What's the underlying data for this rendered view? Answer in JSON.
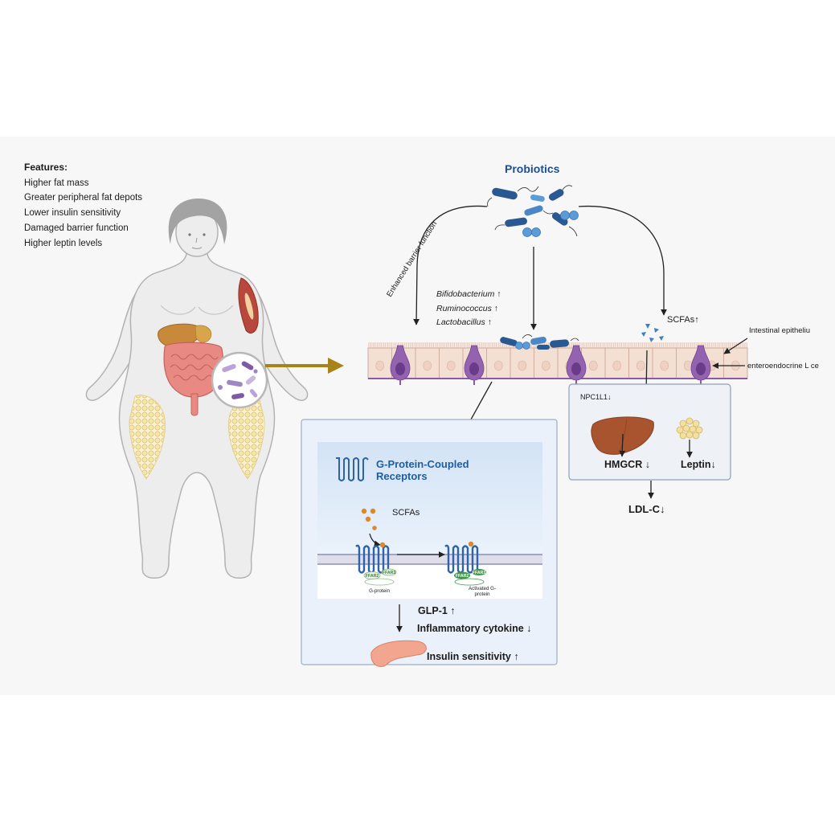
{
  "features": {
    "heading": "Features:",
    "items": [
      "Higher fat mass",
      "Greater peripheral fat depots",
      "Lower insulin sensitivity",
      "Damaged barrier function",
      "Higher leptin levels"
    ]
  },
  "probiotics": {
    "title": "Probiotics",
    "barrier_label": "Enhanced barrier function",
    "genera": [
      "Bifidobacterium ↑",
      "Ruminococcus ↑",
      "Lactobacillus ↑"
    ],
    "scfa_label": "SCFAs↑"
  },
  "epithelium": {
    "label": "Intestinal epitheliu",
    "l_cell_label": "enteroendocrine L ce"
  },
  "lipid_panel": {
    "npc1l1": "NPC1L1↓",
    "hmgcr": "HMGCR ↓",
    "leptin": "Leptin↓",
    "ldl": "LDL-C↓"
  },
  "gpcr_panel": {
    "title_line1": "G-Protein-Coupled",
    "title_line2": "Receptors",
    "scfa_label": "SCFAs",
    "receptor_labels": [
      "FFAR2",
      "FFAR3"
    ],
    "g_protein": "G-protein",
    "activated_line1": "Activated G-",
    "activated_line2": "protein",
    "outcomes": [
      "GLP-1 ↑",
      "Inflammatory cytokine ↓",
      "Insulin sensitivity ↑"
    ]
  },
  "colors": {
    "probiotics_title": "#1f4e8c",
    "gpcr_title": "#1d5fa3",
    "bacteria_dark": "#2a5893",
    "bacteria_light": "#5b9bd8",
    "l_cell": "#9463b0",
    "l_cell_nucleus": "#6a3b88",
    "epithelial_cell": "#f4dfd3",
    "epithelial_border": "#cfae9f",
    "liver": "#a8552f",
    "fat": "#f3e3a8",
    "arrow_gold": "#a8831a",
    "g_protein_active": "#3c9a48",
    "scfa": "#d98a2b"
  },
  "icons": [
    "body-figure-icon",
    "bacteria-icon",
    "liver-icon",
    "fat-cell-icon",
    "gpcr-receptor-icon",
    "pancreas-icon",
    "magnifier-icon"
  ]
}
